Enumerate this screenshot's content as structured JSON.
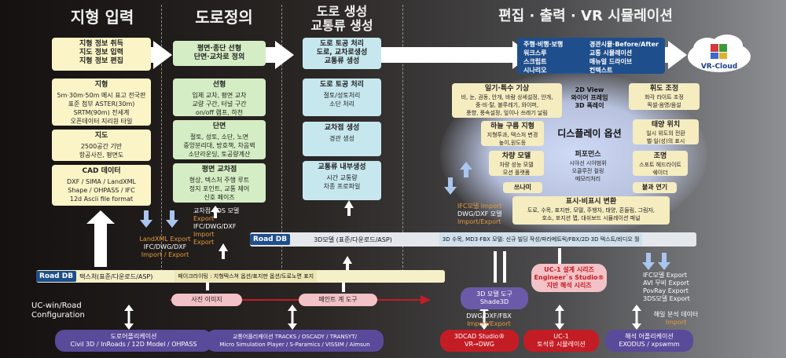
{
  "columns": {
    "c1_title": "지형 입력",
    "c2_title": "도로정의",
    "c3_title_1": "도로 생성",
    "c3_title_2": "교통류 생성",
    "c4_title": "편집 · 출력 · VR 시뮬레이션"
  },
  "top_row": {
    "c1": [
      "지형 정보 취득",
      "지도 정보 입력",
      "지형 정보 편집"
    ],
    "c2": [
      "평면·종단 선형",
      "단면·교차로 정의"
    ],
    "c3": [
      "도로 토공 처리",
      "도로, 교차로생성",
      "교통류 생성"
    ],
    "c4_left": [
      "주행·비행·보행",
      "워크스루",
      "스크립트",
      "시나리오"
    ],
    "c4_right": [
      "경관시뮬·Before/After",
      "교통 시뮬레이션",
      "매뉴얼 드라이브",
      "컨텍스트"
    ]
  },
  "cloud_label": "VR-Cloud",
  "col1_boxes": {
    "terrain": {
      "title": "지형",
      "lines": [
        "5m·30m·50m 메시 표고 전국판",
        "표준 첨부 ASTER(30m)",
        "SRTM(90m) 전세계",
        "오픈데이터 지리원 타일"
      ]
    },
    "map": {
      "title": "지도",
      "lines": [
        "2500공간 기반",
        "항공사진, 평면도"
      ]
    },
    "cad": {
      "title": "CAD 데이터",
      "lines": [
        "DXF / SIMA / LandXML",
        "Shape / OHPASS / IFC",
        "12d Ascii file format"
      ]
    }
  },
  "col2_boxes": {
    "alignment": {
      "title": "선형",
      "lines": [
        "입체 교차, 평면 교차",
        "교량 구간, 터널 구간",
        "on/off 램프, 하천"
      ]
    },
    "section": {
      "title": "단면",
      "lines": [
        "절토, 성토, 소단, 노면",
        "중앙분리대, 방호책, 차음벽",
        "소단라운딩, 토공량계산"
      ]
    },
    "intersection": {
      "title": "평면 교차점",
      "lines": [
        "형상, 텍스처 주행 루트",
        "정지 포인트, 교통 제어",
        "신호 페이즈"
      ]
    }
  },
  "col3_boxes": {
    "earthwork": {
      "title": "도로 토공 처리",
      "lines": [
        "절토/성토처리",
        "소단 처리"
      ]
    },
    "intersection_gen": {
      "title": "교차점 생성",
      "lines": [
        "경관 생성"
      ]
    },
    "traffic_gen": {
      "title": "교통류 내부생성",
      "lines": [
        "시간 교통량",
        "차종 프로파일"
      ]
    }
  },
  "display_options": {
    "center_title": "디스플레이 옵션",
    "view2d": [
      "2D View",
      "와이어 프레임",
      "3D 폭레이"
    ],
    "weather": {
      "title": "일기·특수 기상",
      "lines": [
        "비, 눈, 권동, 안개, 바람 상세설정, 안개,",
        "중·비·탈, 블루레기, 와이퍼,",
        "풍향, 풍속설정, 잎이나 쓰레기 날림"
      ]
    },
    "lighting": {
      "title": "휘도 조정",
      "lines": [
        "화각 라이트 조정",
        "픽셀·음영/음설"
      ]
    },
    "sky": {
      "title": "하늘 구름 지형",
      "lines": [
        "지형투과, 텍스처 변경",
        "높이,원도등"
      ]
    },
    "sun": {
      "title": "태양 위치",
      "lines": [
        "일시 위도의 전환",
        "벨·일(성)의 표시"
      ]
    },
    "car_model": {
      "title": "차량 모델",
      "lines": [
        "차량 성능 모델",
        "모션 플랫폼"
      ]
    },
    "performance": {
      "title": "퍼포먼스",
      "lines": [
        "시야선 시야범위",
        "오클루전 컬링",
        "메모리처리"
      ]
    },
    "light": {
      "title": "조명",
      "lines": [
        "스포트 헤드라이트",
        "쉐이더"
      ]
    },
    "tsunami": "쓰나미",
    "flame": "불과 연기",
    "display_convert": {
      "title": "표시·비표시 변환",
      "lines": [
        "도로, 수목, 표지판, 모델, 주행차, 태양, 흔들림, 그림자,",
        "호소, 포지션 맵, 대쉬보드 시뮬레이션 패널"
      ]
    }
  },
  "exports": {
    "landxml": [
      "LandXML Export",
      "IFC/DWG/DXF",
      "Import / Export"
    ],
    "crossing3ds": [
      "교차점 3DS 모델",
      "Export",
      "IFC/DWG/DXF",
      "Import",
      "Export"
    ],
    "ifc_right": [
      "IFC모델 Import",
      "DWG/DXF 모델",
      "Import/Export"
    ],
    "shade_export": [
      "DWG/DXF/FBX",
      "Import/Export"
    ],
    "right_side": [
      "IFC모델 Export",
      "AVI 무비 Export",
      "PovRay Export",
      "3DS모델 Export"
    ],
    "analysis": [
      "해일 분석 데이터",
      "Import"
    ]
  },
  "bars": {
    "roaddb_upper_tag": "Road DB",
    "roaddb_upper_text": "3D모델 (표준/다운로드/ASP)",
    "roaddb_upper_right": "3D 수목, MD3·FBX 모델: 신규 빌딩 작성/파라메트릭/FBX/2D·3D 텍스트/비디오 월",
    "roaddb_lower_tag": "Road DB",
    "roaddb_lower_text": "텍스처(표준/다운로드/ASP)",
    "paint_writing": "페이크라이팅 : 지형텍스쳐 옵션/표지판 옵션/도로노면 표지",
    "photo": "사진 이미지",
    "paint_tool": "페인트 계 도구"
  },
  "bottom": {
    "uc_win_road": [
      "UC-win/Road",
      "Configuration"
    ],
    "road_apps": [
      "도로어플리케이션",
      "Civil 3D / InRoads / 12D Model / OHPASS"
    ],
    "traffic_apps": [
      "교통어플리케이션 TRACKS / OSCADY / TRANSYT/",
      "Micro Simulation Player / S-Paramics / VISSIM / Aimsun"
    ],
    "shade3d": [
      "3D 모델 도구",
      "Shade3D"
    ],
    "cad_studio": [
      "3DCAD Studio®",
      "VR→DWG"
    ],
    "uc1_design": [
      "UC-1 설계 시리즈",
      "Engineer`s Studio®",
      "지반 해석 시리즈"
    ],
    "uc1_earth": [
      "UC-1",
      "토석류 시뮬레이션"
    ],
    "exodus": [
      "해석 어플리케이션",
      "EXODUS / xpswmm"
    ]
  },
  "colors": {
    "cream": "#fbf4c7",
    "green": "#d5edc4",
    "cyan": "#c7e7ee",
    "navy": "#1f4e8c",
    "purple": "#5a4a9a",
    "pink": "#f2c2c6",
    "red": "#c41c24",
    "orange": "#e89a3c"
  }
}
